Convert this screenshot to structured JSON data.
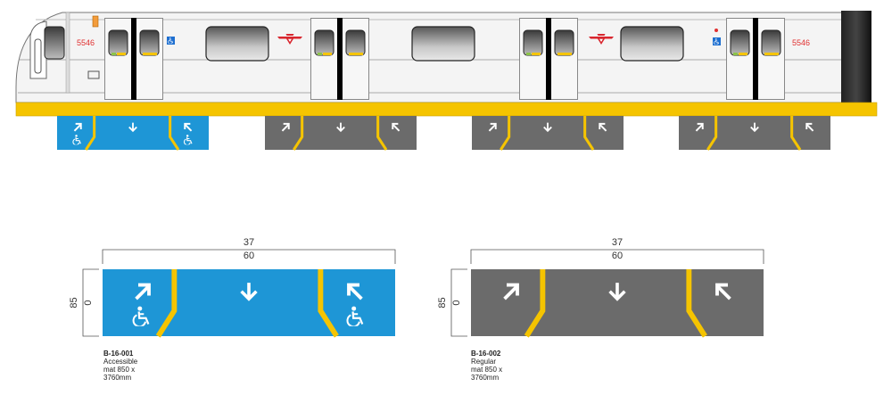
{
  "train": {
    "car_number_left": "5546",
    "car_number_right": "5546"
  },
  "colors": {
    "accessible_mat": "#1e96d6",
    "regular_mat": "#6b6b6b",
    "yellow": "#f5c400",
    "platform_edge": "#f5c400",
    "train_body": "#f4f4f4",
    "ttc_red": "#d8262e"
  },
  "icons": {
    "arrow_in_left": "arrow-up-right-icon",
    "arrow_down": "arrow-down-icon",
    "arrow_in_right": "arrow-up-left-icon",
    "wheelchair": "wheelchair-icon",
    "ttc_logo": "ttc-logo-icon"
  },
  "mats": [
    {
      "type": "accessible",
      "dim_top": "37",
      "dim_bottom": "60",
      "dim_side_top": "85",
      "dim_side_bottom": "0",
      "code": "B-16-001",
      "label": "Accessible",
      "size_line1": "mat  850 x",
      "size_line2": "3760mm"
    },
    {
      "type": "regular",
      "dim_top": "37",
      "dim_bottom": "60",
      "dim_side_top": "85",
      "dim_side_bottom": "0",
      "code": "B-16-002",
      "label": "Regular",
      "size_line1": "mat  850 x",
      "size_line2": "3760mm"
    }
  ]
}
